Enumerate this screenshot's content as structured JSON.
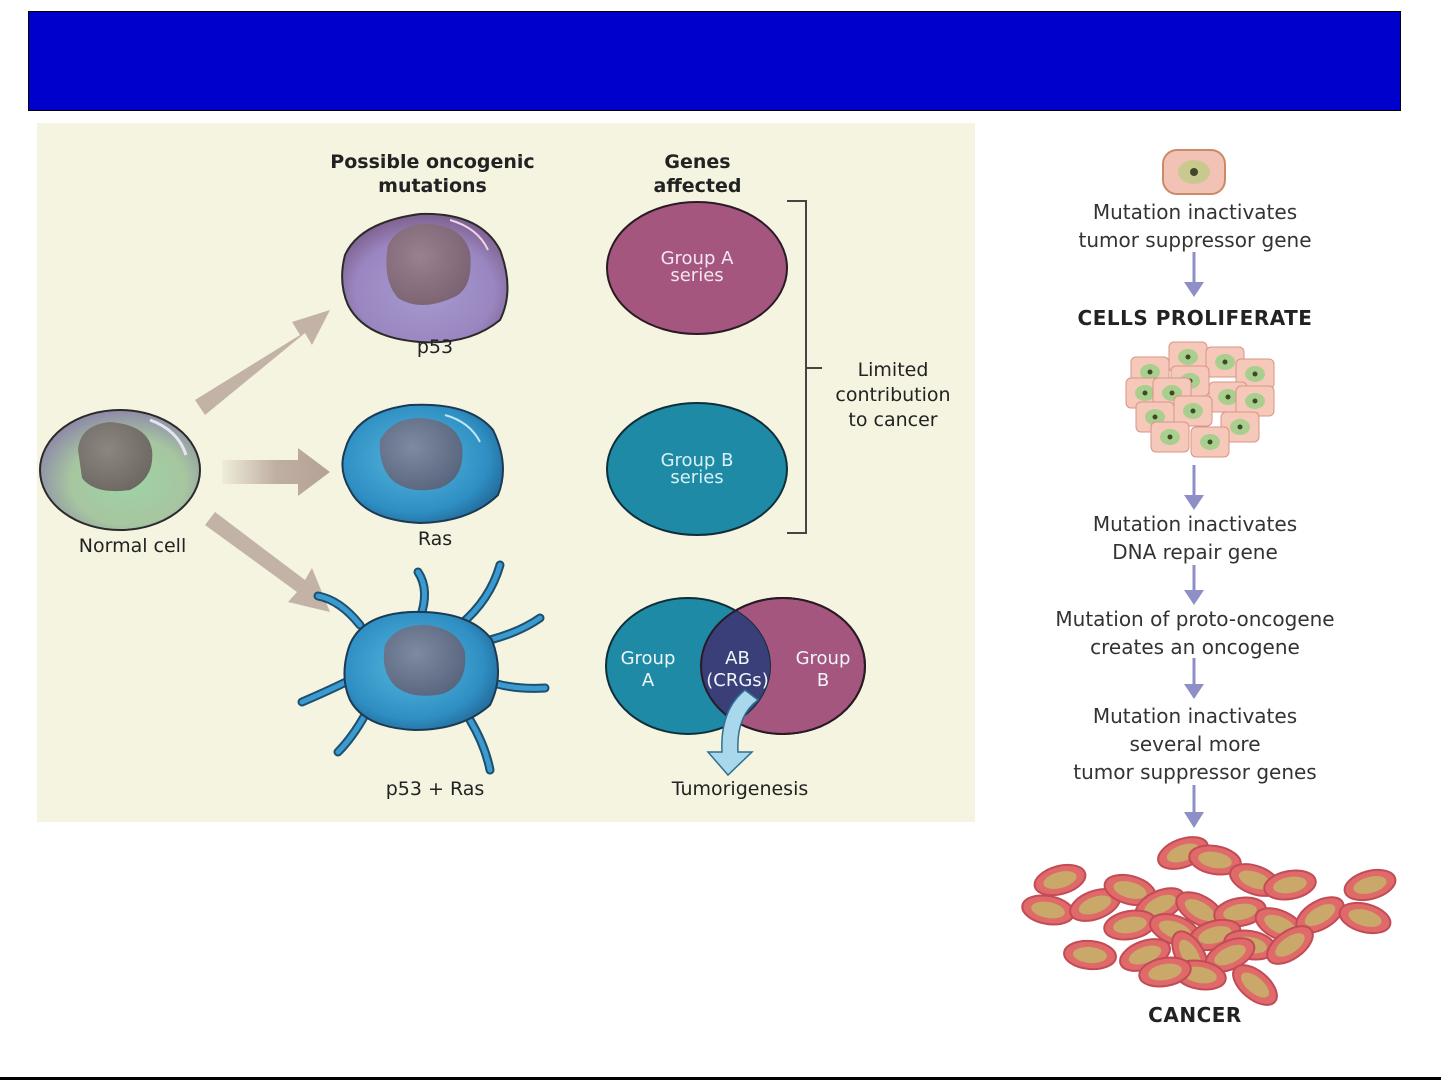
{
  "slide": {
    "title": "",
    "colors": {
      "title_bar": "#0000cc",
      "panel_bg": "#f5f4e1",
      "group_a": "#a5567f",
      "group_b": "#1e8aa6",
      "overlap": "#3a3f7a",
      "arrow": "#b9a79b",
      "flow_arrow": "#8f8fc8"
    }
  },
  "left_diagram": {
    "headers": {
      "mutations_line1": "Possible oncogenic",
      "mutations_line2": "mutations",
      "genes_line1": "Genes",
      "genes_line2": "affected"
    },
    "normal_cell": {
      "label": "Normal cell"
    },
    "mutant_cells": [
      {
        "label": "p53"
      },
      {
        "label": "Ras"
      },
      {
        "label": "p53 + Ras"
      }
    ],
    "gene_groups": [
      {
        "line1": "Group A",
        "line2": "series"
      },
      {
        "line1": "Group B",
        "line2": "series"
      }
    ],
    "bracket_label": {
      "line1": "Limited",
      "line2": "contribution",
      "line3": "to cancer"
    },
    "venn": {
      "left": {
        "line1": "Group",
        "line2": "A"
      },
      "center": {
        "line1": "AB",
        "line2": "(CRGs)"
      },
      "right": {
        "line1": "Group",
        "line2": "B"
      },
      "outcome": "Tumorigenesis"
    }
  },
  "right_flow": {
    "steps": [
      {
        "line1": "Mutation inactivates",
        "line2": "tumor suppressor gene"
      },
      {
        "header": "CELLS PROLIFERATE"
      },
      {
        "line1": "Mutation inactivates",
        "line2": "DNA repair gene"
      },
      {
        "line1": "Mutation of proto-oncogene",
        "line2": "creates an oncogene"
      },
      {
        "line1": "Mutation inactivates",
        "line2": "several more",
        "line3": "tumor suppressor genes"
      },
      {
        "header": "CANCER"
      }
    ]
  }
}
